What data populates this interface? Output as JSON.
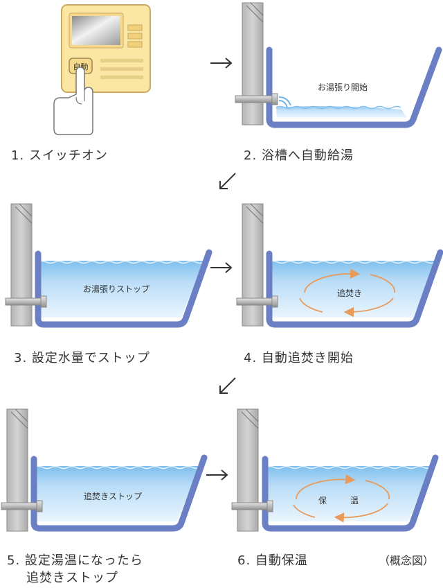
{
  "colors": {
    "tub_outline": "#6a7fc4",
    "water_top": "#cfe7fb",
    "water_bottom": "#8ec6f0",
    "wall": "#c8c8c8",
    "arrow_orange": "#e89a5b",
    "panel": "#fbe6a3"
  },
  "panel": {
    "button_label": "自動"
  },
  "steps": [
    {
      "caption": "1. スイッチオン"
    },
    {
      "caption": "2. 浴槽へ自動給湯",
      "inner_label": "お湯張り開始"
    },
    {
      "caption": "3. 設定水量でストップ",
      "inner_label": "お湯張りストップ"
    },
    {
      "caption": "4. 自動追焚き開始",
      "inner_label": "追焚き"
    },
    {
      "caption_line1": "5. 設定湯温になったら",
      "caption_line2": "追焚きストップ",
      "inner_label": "追焚きストップ"
    },
    {
      "caption": "6. 自動保温",
      "inner_label_left": "保",
      "inner_label_right": "温"
    }
  ],
  "note": "（概念図）"
}
